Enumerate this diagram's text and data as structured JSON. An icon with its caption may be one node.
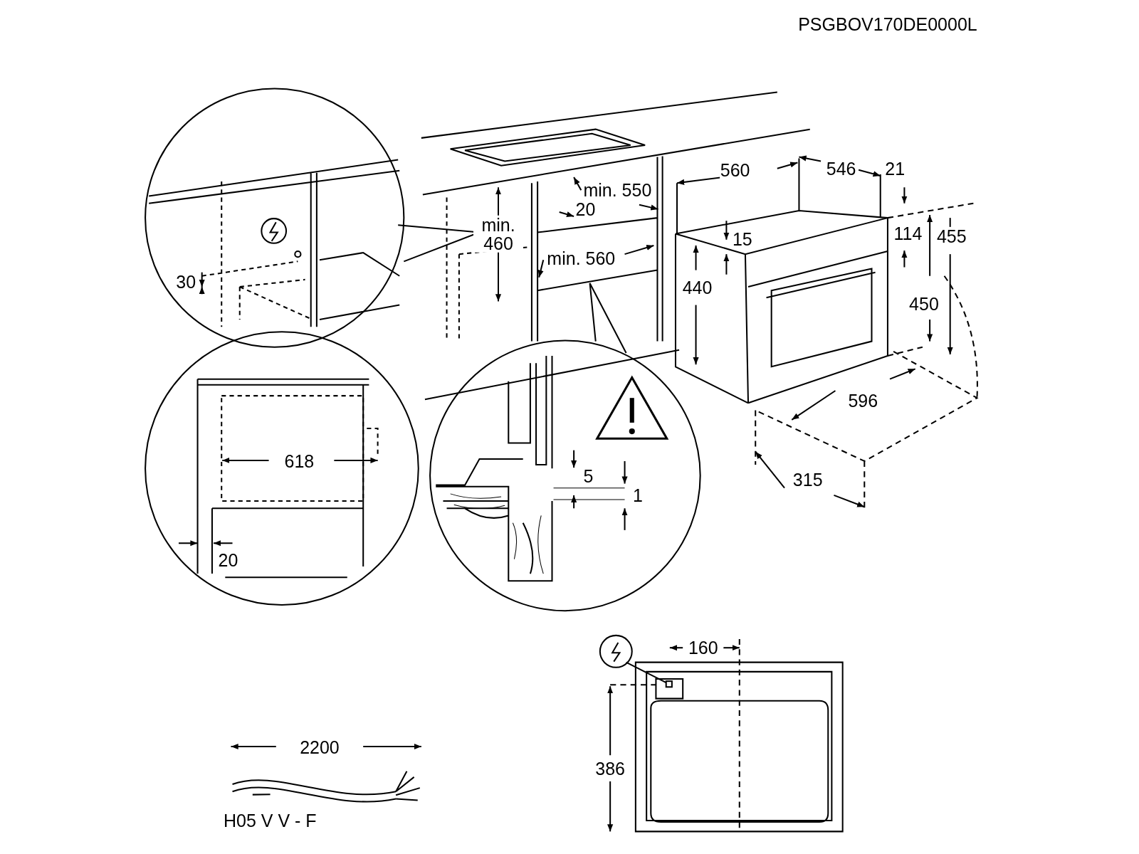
{
  "diagram": {
    "nodes": [
      {
        "text": [
          "H05 V V - F"
        ]
      },
      {
        "text": [],
        "shape": "picture"
      },
      {
        "text": [],
        "shape": "circle"
      },
      {
        "text": [],
        "shape": "box"
      }
    ],
    "edges": [
      {
        "from": 0,
        "to": 1,
        "arrow": "none"
      },
      {
        "from": 2,
        "to": 3,
        "arrow": "none"
      }
    ],
    "labels": [
      "PSGBOV170DE0000L",
      "560",
      "546",
      "21",
      "min. 550",
      "20",
      "min. 460",
      "15",
      "114",
      "455",
      "min. 560",
      "440",
      "30",
      "450",
      "596",
      "618",
      "5",
      "1",
      "315",
      "20",
      "160",
      "2200",
      "386"
    ]
  }
}
